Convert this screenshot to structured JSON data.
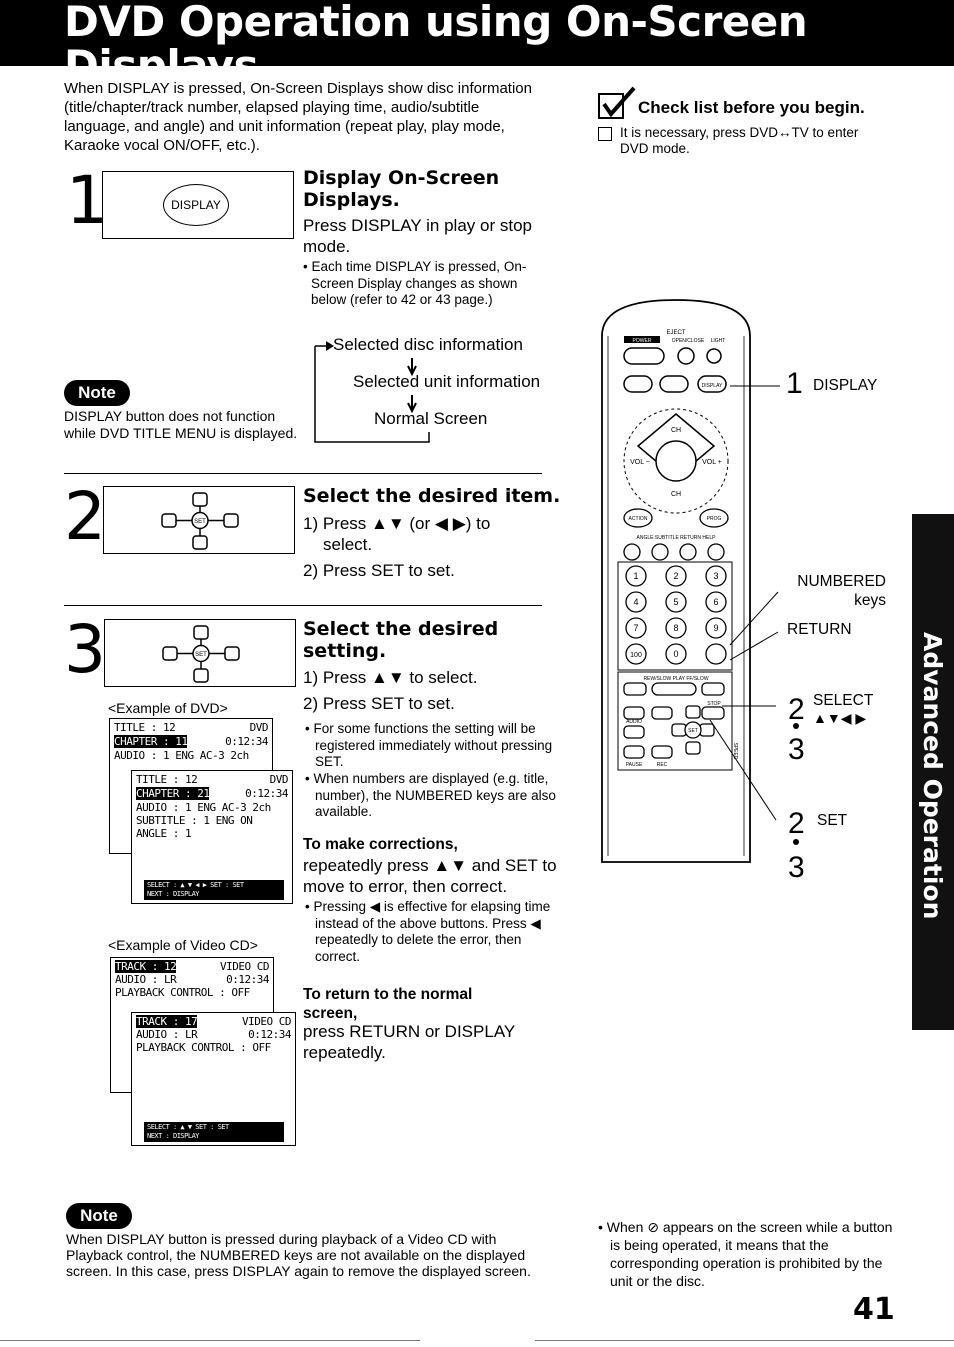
{
  "header": {
    "title": "DVD Operation using On-Screen Displays"
  },
  "intro": "When DISPLAY is pressed, On-Screen Displays show disc information (title/chapter/track number, elapsed playing time, audio/subtitle language, and angle) and unit information (repeat play, play mode, Karaoke vocal ON/OFF, etc.).",
  "checklist": {
    "heading": "Check list before you begin.",
    "item": "It is necessary, press DVD↔TV to enter DVD mode."
  },
  "step1": {
    "number": "1",
    "button_label": "DISPLAY",
    "heading": "Display On-Screen Displays.",
    "instruction": "Press DISPLAY in play or stop mode.",
    "bullet": "• Each time DISPLAY is pressed, On-Screen Display changes as shown below (refer to 42 or 43 page.)",
    "cycle": [
      "Selected disc information",
      "Selected unit information",
      "Normal Screen"
    ]
  },
  "note1": {
    "badge": "Note",
    "text": "DISPLAY button does not function while DVD TITLE MENU is displayed."
  },
  "step2": {
    "number": "2",
    "heading": "Select the desired item.",
    "line1": "1) Press ▲▼ (or ◀ ▶) to",
    "line1b": "select.",
    "line2": "2) Press SET to set.",
    "set_label": "SET"
  },
  "step3": {
    "number": "3",
    "heading": "Select the desired setting.",
    "line1": "1) Press ▲▼ to select.",
    "line2": "2) Press SET to set.",
    "bullets": [
      "• For some functions the setting will be registered immediately without pressing SET.",
      "• When numbers are displayed (e.g. title, number), the NUMBERED keys are also available."
    ],
    "corrections_head": "To make corrections,",
    "corrections_text": "repeatedly press ▲▼ and SET to move to error, then correct.",
    "corrections_bullet": "• Pressing ◀ is effective for elapsing time instead of the above buttons. Press ◀ repeatedly to delete the error, then correct.",
    "return_head": "To return to the normal screen,",
    "return_text": "press RETURN or DISPLAY repeatedly."
  },
  "example_dvd": {
    "caption": "<Example of DVD>",
    "back": {
      "title": "TITLE : 12",
      "disc": "DVD",
      "chapter": "CHAPTER : 11",
      "time": "0:12:34",
      "audio": "AUDIO : 1 ENG  AC-3  2ch"
    },
    "front": {
      "title": "TITLE : 12",
      "disc": "DVD",
      "chapter": "CHAPTER : 21",
      "time": "0:12:34",
      "audio": "AUDIO : 1 ENG  AC-3  2ch",
      "subtitle": "SUBTITLE : 1 ENG  ON",
      "angle": "ANGLE : 1",
      "footer1": "SELECT : ▲ ▼ ◀ ▶    SET : SET",
      "footer2": "NEXT    : DISPLAY"
    }
  },
  "example_vcd": {
    "caption": "<Example of Video CD>",
    "back": {
      "track": "TRACK : 12",
      "disc": "VIDEO CD",
      "time": "0:12:34",
      "audio": "AUDIO : LR",
      "pbc": "PLAYBACK CONTROL : OFF"
    },
    "front": {
      "track": "TRACK : 17",
      "disc": "VIDEO CD",
      "time": "0:12:34",
      "audio": "AUDIO : LR",
      "pbc": "PLAYBACK CONTROL : OFF",
      "footer1": "SELECT : ▲ ▼       SET : SET",
      "footer2": "NEXT    : DISPLAY"
    }
  },
  "remote": {
    "top_labels": {
      "eject": "EJECT",
      "power": "POWER",
      "open_close": "OPEN/CLOSE",
      "light": "LIGHT"
    },
    "display_btn": "DISPLAY",
    "ch": "CH",
    "vol_minus": "VOL −",
    "vol_plus": "VOL +",
    "action": "ACTION",
    "prog": "PROG",
    "row_labels": "ANGLE  SUBTITLE  RETURN  HELP",
    "numbers": [
      "1",
      "2",
      "3",
      "4",
      "5",
      "6",
      "7",
      "8",
      "9",
      "100",
      "0"
    ],
    "transport_label": "REW/SLOW  PLAY  FF/SLOW",
    "stop": "STOP",
    "pause": "PAUSE",
    "rec": "REC",
    "set": "SET",
    "audio": "AUDIO",
    "speed": "SPEED"
  },
  "callouts": {
    "display_num": "1",
    "display": "DISPLAY",
    "numbered": "NUMBERED keys",
    "return": "RETURN",
    "select_num": "2",
    "select": "SELECT",
    "select_arrows": "▲▼◀ ▶",
    "select_num3": "3",
    "set_num": "2",
    "set": "SET",
    "set_num3": "3"
  },
  "note2": {
    "badge": "Note",
    "text": "When DISPLAY button is pressed during playback of a Video CD with Playback control, the NUMBERED keys are not available on the displayed screen. In this case, press DISPLAY again to remove the displayed screen."
  },
  "prohibited_note": "• When ⊘ appears on the screen while a button is being operated, it means that the corresponding operation is prohibited by the unit or the disc.",
  "sidebar": "Advanced Operation",
  "page_number": "41"
}
